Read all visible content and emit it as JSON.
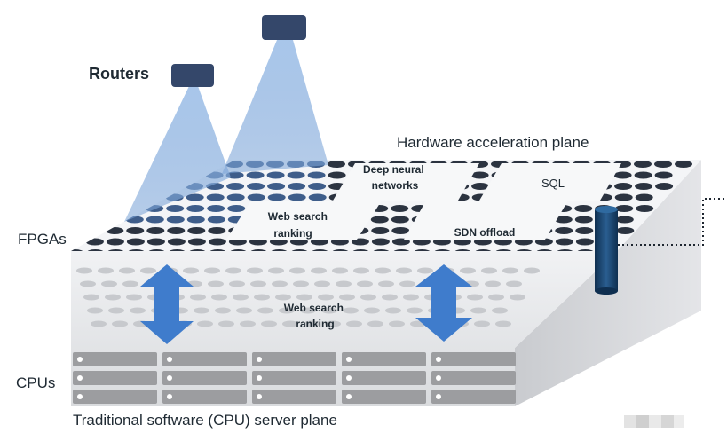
{
  "labels": {
    "routers": "Routers",
    "fpgas": "FPGAs",
    "cpus": "CPUs",
    "hardware_plane": "Hardware acceleration plane",
    "software_plane": "Traditional software (CPU) server plane"
  },
  "regions": {
    "deep_neural_networks": [
      "Deep neural",
      "networks"
    ],
    "sql": "SQL",
    "web_search_top": [
      "Web search",
      "ranking"
    ],
    "sdn_offload": "SDN offload",
    "web_search_cpu": [
      "Web search",
      "ranking"
    ]
  },
  "colors": {
    "fpga_dot": "#2b3340",
    "fpga_dot_lit": "#3e5d8a",
    "router": "#34476a",
    "beam": "#8fb4e0",
    "arrow": "#3f7ccc",
    "slab_side": "#e6e7ea",
    "cpu_slot": "#9c9da0",
    "cylinder": "#1b4670"
  }
}
